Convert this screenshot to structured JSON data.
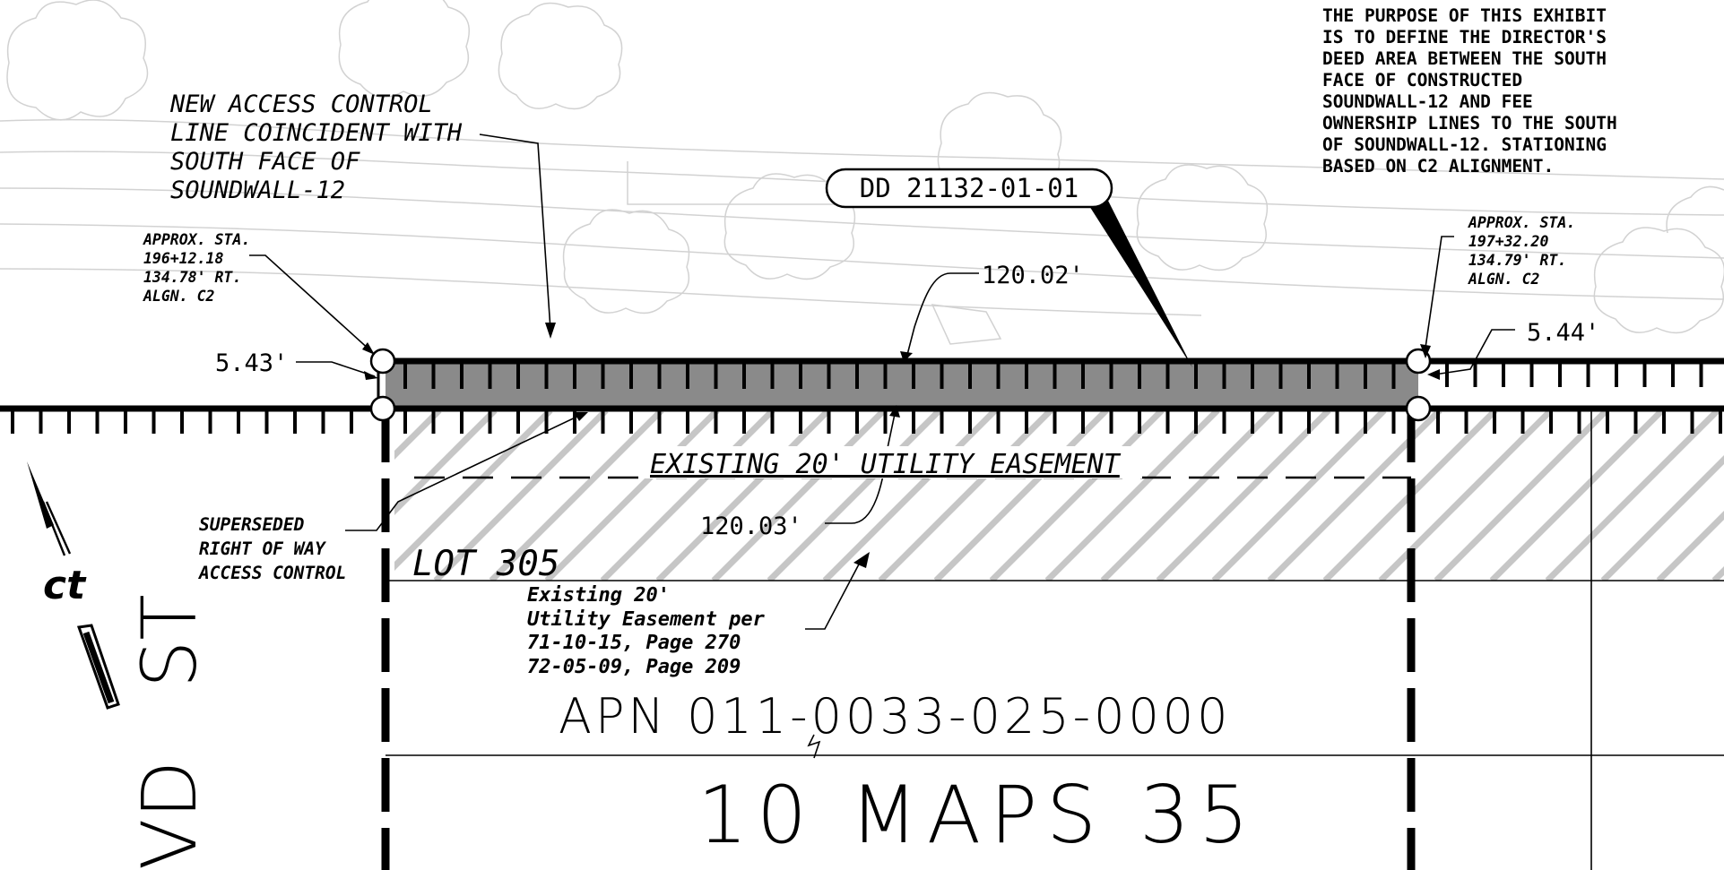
{
  "notes": {
    "purpose": [
      "THE PURPOSE OF THIS EXHIBIT",
      "IS TO DEFINE THE DIRECTOR'S",
      "DEED AREA BETWEEN THE SOUTH",
      "FACE OF CONSTRUCTED",
      "SOUNDWALL-12 AND FEE",
      "OWNERSHIP LINES TO THE SOUTH",
      "OF SOUNDWALL-12. STATIONING",
      "BASED ON C2 ALIGNMENT."
    ],
    "access_line": [
      "NEW ACCESS CONTROL",
      "LINE COINCIDENT WITH",
      "SOUTH FACE OF",
      "SOUNDWALL-12"
    ],
    "station_left": [
      "APPROX. STA.",
      "196+12.18",
      "134.78' RT.",
      "ALGN. C2"
    ],
    "station_right": [
      "APPROX. STA.",
      "197+32.20",
      "134.79' RT.",
      "ALGN. C2"
    ],
    "superseded": [
      "SUPERSEDED",
      "RIGHT OF WAY",
      "ACCESS CONTROL"
    ],
    "easement_ref": [
      "Existing 20'",
      "Utility Easement per",
      "71-10-15, Page 270",
      "72-05-09, Page 209"
    ]
  },
  "labels": {
    "deed_id": "DD 21132-01-01",
    "dim_top": "120.02'",
    "dim_bottom": "120.03'",
    "dim_left": "5.43'",
    "dim_right": "5.44'",
    "easement_title": "EXISTING 20' UTILITY EASEMENT",
    "lot": "LOT 305",
    "apn": "APN 011-0033-025-0000",
    "map_ref": "10 MAPS 35",
    "street_fragment": "ST",
    "street_fragment_2": "VD",
    "north_symbol": "ct"
  },
  "colors": {
    "linework": "#000000",
    "deed_fill": "#8a8a8a",
    "hatch": "#c6c6c6",
    "background_topo": "#d2d2d2"
  }
}
